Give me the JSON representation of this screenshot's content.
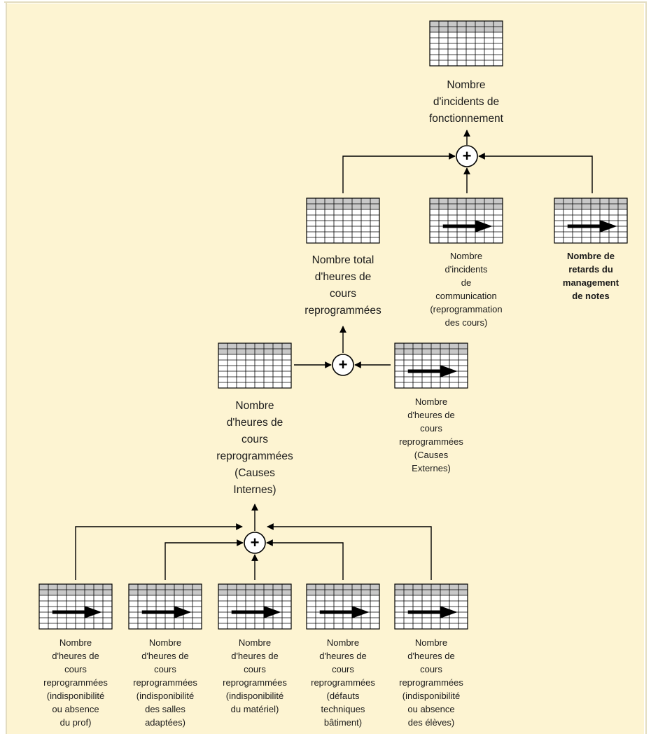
{
  "diagram": {
    "nodes": [
      {
        "id": "top",
        "label": "Nombre\nd'incidents de\nfonctionnement",
        "arrow": false
      },
      {
        "id": "total",
        "label": "Nombre total\nd'heures de\ncours\nreprogrammées",
        "arrow": false
      },
      {
        "id": "comm",
        "label": "Nombre\nd'incidents\nde\ncommunication\n(reprogrammation\ndes cours)",
        "arrow": true
      },
      {
        "id": "retards",
        "label": "Nombre de\nretards du\nmanagement\nde notes",
        "arrow": true
      },
      {
        "id": "internes",
        "label": "Nombre\nd'heures de\ncours\nreprogrammées\n(Causes\nInternes)",
        "arrow": false
      },
      {
        "id": "externes",
        "label": "Nombre\nd'heures de\ncours\nreprogrammées\n(Causes\nExternes)",
        "arrow": true
      },
      {
        "id": "prof",
        "label": "Nombre\nd'heures de\ncours\nreprogrammées\n(indisponibilité\nou absence\ndu prof)",
        "arrow": true
      },
      {
        "id": "salles",
        "label": "Nombre\nd'heures de\ncours\nreprogrammées\n(indisponibilité\ndes salles\nadaptées)",
        "arrow": true
      },
      {
        "id": "materiel",
        "label": "Nombre\nd'heures de\ncours\nreprogrammées\n(indisponibilité\ndu matériel)",
        "arrow": true
      },
      {
        "id": "batiment",
        "label": "Nombre\nd'heures de\ncours\nreprogrammées\n(défauts\ntechniques\nbâtiment)",
        "arrow": true
      },
      {
        "id": "eleves",
        "label": "Nombre\nd'heures de\ncours\nreprogrammées\n(indisponibilité\nou absence\ndes élèves)",
        "arrow": true
      }
    ],
    "operators": [
      {
        "id": "sum_top",
        "symbol": "+"
      },
      {
        "id": "sum_mid",
        "symbol": "+"
      },
      {
        "id": "sum_bottom",
        "symbol": "+"
      }
    ],
    "colors": {
      "background": "#fdf4d2",
      "grid_fill": "#ffffff",
      "grid_header": "#c8c8c8",
      "stroke": "#000000"
    }
  }
}
